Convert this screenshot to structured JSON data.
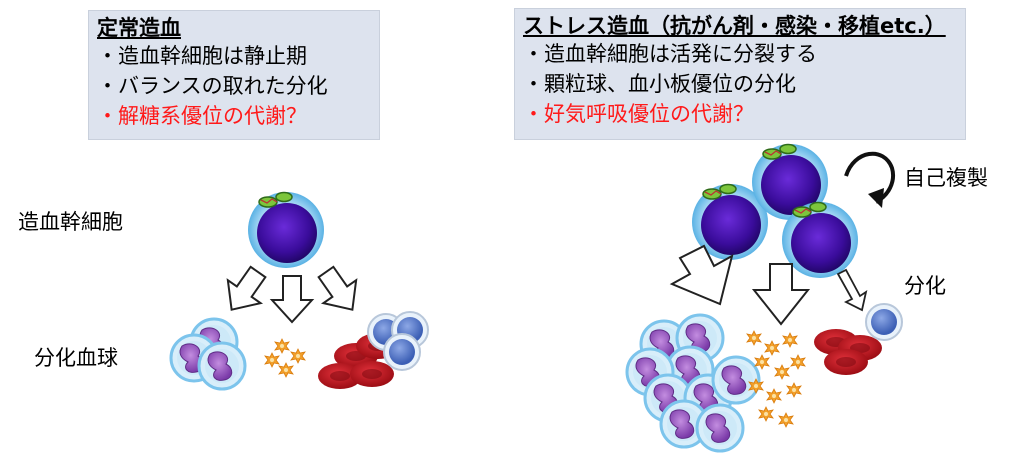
{
  "left_panel": {
    "title": "定常造血",
    "lines": [
      "・造血幹細胞は静止期",
      "・バランスの取れた分化"
    ],
    "highlight_line": "・解糖系優位の代謝？",
    "stem_cell_label": "造血幹細胞",
    "differentiated_label": "分化血球"
  },
  "right_panel": {
    "title": "ストレス造血（抗がん剤・感染・移植etc.）",
    "lines": [
      "・造血幹細胞は活発に分裂する",
      "・顆粒球、血小板優位の分化"
    ],
    "highlight_line": "・好気呼吸優位の代謝？",
    "self_renewal_label": "自己複製",
    "differentiation_label": "分化"
  },
  "colors": {
    "text_box_bg": "#dde3ee",
    "highlight": "#ff1a1a"
  }
}
